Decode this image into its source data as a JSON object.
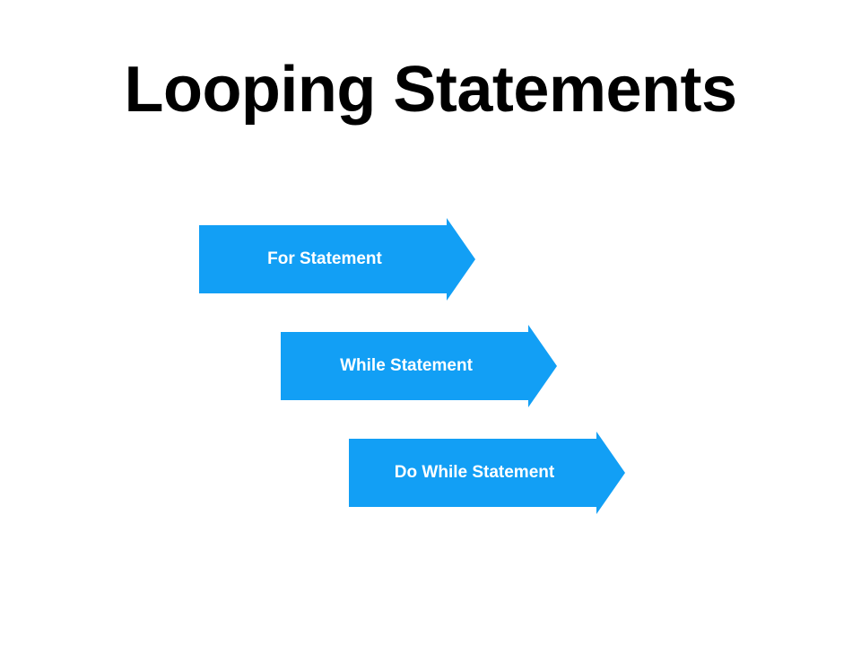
{
  "slide": {
    "title": "Looping Statements"
  },
  "arrows": [
    {
      "label": "For Statement"
    },
    {
      "label": "While Statement"
    },
    {
      "label": "Do While Statement"
    }
  ],
  "colors": {
    "arrow_fill": "#129FF5",
    "title_text": "#000000",
    "arrow_text": "#FFFFFF",
    "background": "#FFFFFF"
  }
}
